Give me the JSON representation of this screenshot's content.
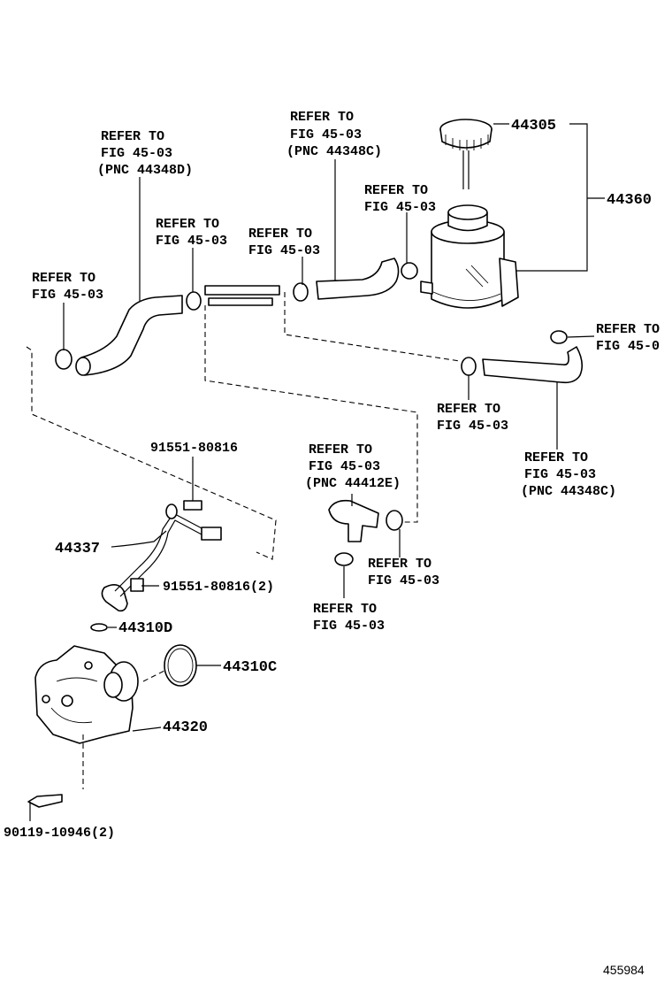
{
  "refs": {
    "r1": [
      "REFER TO",
      "FIG 45-03",
      "(PNC 44348D)"
    ],
    "r2": [
      "REFER TO",
      "FIG 45-03",
      "(PNC 44348C)"
    ],
    "r3": [
      "REFER TO",
      "FIG 45-03"
    ],
    "r4": [
      "REFER TO",
      "FIG 45-03"
    ],
    "r5": [
      "REFER TO",
      "FIG 45-03"
    ],
    "r6": [
      "REFER TO",
      "FIG 45-03"
    ],
    "r7": [
      "REFER TO",
      "FIG 45-0"
    ],
    "r8": [
      "REFER TO",
      "FIG 45-03"
    ],
    "r9": [
      "REFER TO",
      "FIG 45-03",
      "(PNC 44348C)"
    ],
    "r10": [
      "REFER TO",
      "FIG 45-03",
      "(PNC 44412E)"
    ],
    "r11": [
      "REFER TO",
      "FIG 45-03"
    ],
    "r12": [
      "REFER TO",
      "FIG 45-03"
    ]
  },
  "parts": {
    "p44305": "44305",
    "p44360": "44360",
    "p44337": "44337",
    "p44310D": "44310D",
    "p44310C": "44310C",
    "p44320": "44320",
    "bolt1": "91551-80816",
    "bolt2": "91551-80816(2)",
    "bolt3": "90119-10946(2)"
  },
  "diagram_id": "455984"
}
